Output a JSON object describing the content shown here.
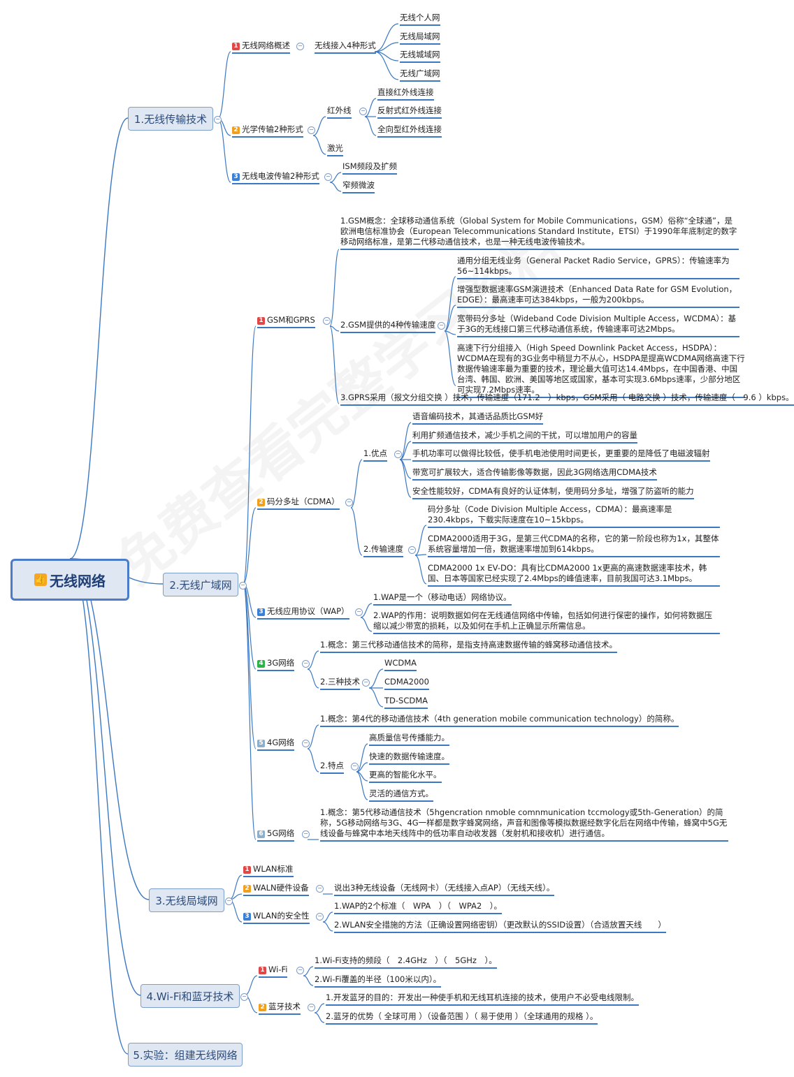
{
  "root": {
    "icon": "thumbs-up-icon",
    "label": "无线网络"
  },
  "watermark": "免费查看完整学习资料",
  "colors": {
    "num1": "#e04848",
    "num2": "#f0a020",
    "num3": "#3b7fd6",
    "num4": "#2db24a",
    "num5": "#8faec8",
    "num6": "#8faec8",
    "line": "#3b78c2"
  },
  "branches": {
    "b1": "1.无线传输技术",
    "b2": "2.无线广域网",
    "b3": "3.无线局域网",
    "b4": "4.Wi-Fi和蓝牙技术",
    "b5": "5.实验：组建无线网络"
  },
  "b1": {
    "t1": {
      "num": "1",
      "label": "无线网络概述",
      "sub": "无线接入4种形式",
      "items": [
        "无线个人网",
        "无线局域网",
        "无线城域网",
        "无线广域网"
      ]
    },
    "t2": {
      "num": "2",
      "label": "光学传输2种形式",
      "ir": "红外线",
      "ir_items": [
        "直接红外线连接",
        "反射式红外线连接",
        "全向型红外线连接"
      ],
      "laser": "激光"
    },
    "t3": {
      "num": "3",
      "label": "无线电波传输2种形式",
      "items": [
        "ISM频段及扩频",
        "窄频微波"
      ]
    }
  },
  "b2": {
    "gsm": {
      "num": "1",
      "label": "GSM和GPRS",
      "c1": "1.GSM概念：全球移动通信系统（Global System for Mobile Communications，GSM）俗称“全球通”，是欧洲电信标准协会（European Telecommunications Standard Institute，ETSI）于1990年年底制定的数字移动网络标准，是第二代移动通信技术，也是一种无线电波传输技术。",
      "c2": "2.GSM提供的4种传输速度",
      "c2_items": [
        "通用分组无线业务（General Packet Radio Service，GPRS）：传输速率为56~114kbps。",
        "增强型数据速率GSM演进技术（Enhanced Data Rate for GSM Evolution，EDGE）：最高速率可达384kbps，一般为200kbps。",
        "宽带码分多址（Wideband Code Division Multiple Access，WCDMA）：基于3G的无线接口第三代移动通信系统，传输速率可达2Mbps。",
        "高速下行分组接入（High Speed Downlink Packet Access，HSDPA）：WCDMA在现有的3G业务中稍显力不从心，HSDPA是提高WCDMA网络高速下行数据传输速率最为重要的技术，理论最大值可达14.4Mbps，在中国香港、中国台湾、韩国、欧洲、美国等地区或国家，基本可实现3.6Mbps速率，少部分地区可实现7.2Mbps速率。"
      ],
      "c3": "3.GPRS采用（报文分组交换 ）技术，传输速度（171.2　）kbps，GSM采用（ 电路交换 ）技术，传输速度（　9.6 ）kbps。"
    },
    "cdma": {
      "num": "2",
      "label": "码分多址（CDMA）",
      "adv": "1.优点",
      "adv_items": [
        "语音编码技术，其通话品质比GSM好",
        "利用扩频通信技术，减少手机之间的干扰，可以增加用户的容量",
        "手机功率可以做得比较低，使手机电池使用时间更长，更重要的是降低了电磁波辐射",
        "带宽可扩展较大，适合传输影像等数据，因此3G网络选用CDMA技术",
        "安全性能较好，CDMA有良好的认证体制，使用码分多址，增强了防盗听的能力"
      ],
      "speed": "2.传输速度",
      "speed_items": [
        "码分多址（Code Division Multiple Access，CDMA）：最高速率是230.4kbps，下载实际速度在10~15kbps。",
        "CDMA2000适用于3G，是第三代CDMA的名称，它的第一阶段也称为1x，其整体系统容量增加一倍，数据速率增加到614kbps。",
        "CDMA2000 1x EV-DO：具有比CDMA2000 1x更高的高速数据速率技术，韩国、日本等国家已经实现了2.4Mbps的峰值速率，目前我国可达3.1Mbps。"
      ]
    },
    "wap": {
      "num": "3",
      "label": "无线应用协议（WAP）",
      "items": [
        "1.WAP是一个（移动电话）网络协议。",
        "2.WAP的作用：说明数据如何在无线通信网络中传输，包括如何进行保密的操作，如何将数据压缩以减少带宽的损耗，以及如何在手机上正确显示所需信息。"
      ]
    },
    "g3": {
      "num": "4",
      "label": "3G网络",
      "concept": "1.概念：第三代移动通信技术的简称，是指支持高速数据传输的蜂窝移动通信技术。",
      "tech": "2.三种技术",
      "tech_items": [
        "WCDMA",
        "CDMA2000",
        "TD-SCDMA"
      ]
    },
    "g4": {
      "num": "5",
      "label": "4G网络",
      "concept": "1.概念：第4代的移动通信技术（4th generation mobile communication technology）的简称。",
      "feat": "2.特点",
      "feat_items": [
        "高质量信号传播能力。",
        "快速的数据传输速度。",
        "更高的智能化水平。",
        "灵活的通信方式。"
      ]
    },
    "g5": {
      "num": "6",
      "label": "5G网络",
      "concept": "1.概念：第5代移动通信技术（5hgencration nmoble comnmunication tccmology或5th-Generation）的简称，5G移动网络与3G、4G一样都是数字蜂窝网络，声音和图像等模拟数据经数字化后在网络中传输，蜂窝中5G无线设备与蜂窝中本地天线阵中的低功率自动收发器（发射机和接收机）进行通信。"
    }
  },
  "b3": {
    "std": {
      "num": "1",
      "label": "WLAN标准"
    },
    "hw": {
      "num": "2",
      "label": "WALN硬件设备",
      "text": "说出3种无线设备（无线网卡）（无线接入点AP）（无线天线）。"
    },
    "sec": {
      "num": "3",
      "label": "WLAN的安全性",
      "items": [
        "1.WAP的2个标准（　WPA　）（　WPA2　）。",
        "2.WLAN安全措施的方法（正确设置网络密钥）（更改默认的SSID设置）（合适放置天线　　）"
      ]
    }
  },
  "b4": {
    "wifi": {
      "num": "1",
      "label": "Wi-Fi",
      "items": [
        "1.Wi-Fi支持的频段（　2.4GHz　）（　5GHz　）。",
        "2.Wi-Fi覆盖的半径（100米以内）。"
      ]
    },
    "bt": {
      "num": "2",
      "label": "蓝牙技术",
      "items": [
        "1.开发蓝牙的目的：开发出一种使手机和无线耳机连接的技术，使用户不必受电线限制。",
        "2.蓝牙的优势（ 全球可用 ）（设备范围 ）（ 易于使用 ）（全球通用的规格 ）。"
      ]
    }
  }
}
